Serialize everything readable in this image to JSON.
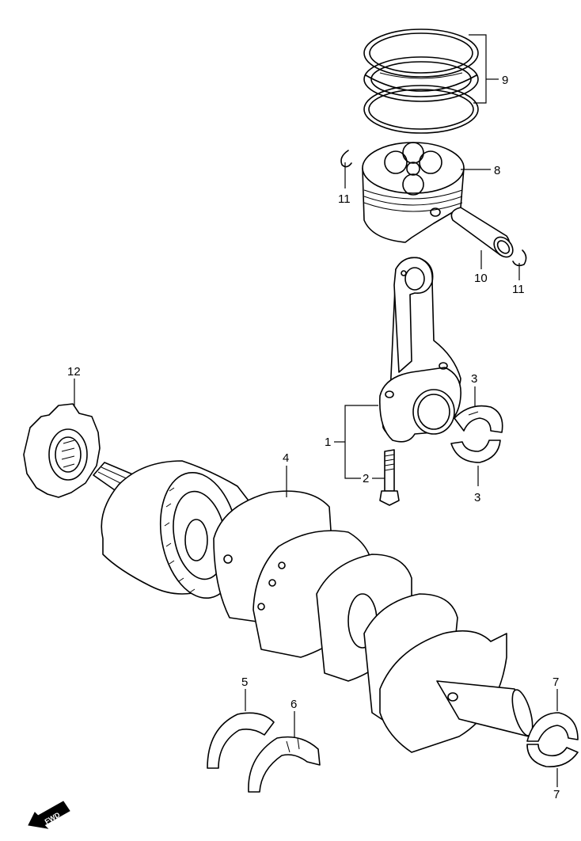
{
  "callouts": {
    "c1": "1",
    "c2": "2",
    "c3a": "3",
    "c3b": "3",
    "c4": "4",
    "c5": "5",
    "c6": "6",
    "c7a": "7",
    "c7b": "7",
    "c8": "8",
    "c9": "9",
    "c10": "10",
    "c11a": "11",
    "c11b": "11",
    "c12": "12"
  },
  "fwd_label": "FWD",
  "icons": {
    "direction": "fwd-arrow-icon"
  },
  "colors": {
    "line": "#000000",
    "background": "#ffffff"
  }
}
